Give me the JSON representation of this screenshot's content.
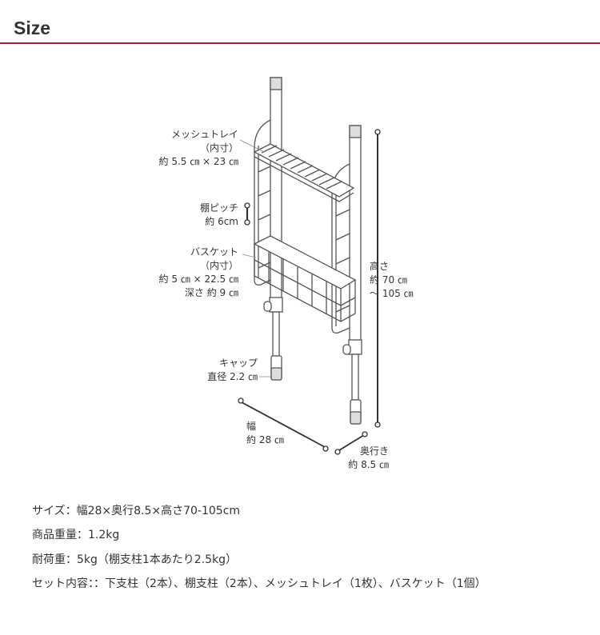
{
  "header": {
    "title": "Size"
  },
  "labels": {
    "mesh_tray": [
      "メッシュトレイ",
      "（内寸）",
      "約 5.5 ㎝ × 23 ㎝"
    ],
    "shelf_pitch": [
      "棚ピッチ",
      "約 6cm"
    ],
    "basket": [
      "バスケット",
      "（内寸）",
      "約 5 ㎝ × 22.5 ㎝",
      "深さ 約 9 ㎝"
    ],
    "height": [
      "高さ",
      "約 70 ㎝",
      "～ 105 ㎝"
    ],
    "cap": [
      "キャップ",
      "直径 2.2 ㎝"
    ],
    "width": [
      "幅",
      "約 28 ㎝"
    ],
    "depth": [
      "奥行き",
      "約 8.5 ㎝"
    ]
  },
  "specs": [
    "サイズ：幅28×奥行8.5×高さ70-105cm",
    "商品重量：1.2kg",
    "耐荷重：5kg（棚支柱1本あたり2.5kg）",
    "セット内容：：下支柱（2本）、棚支柱（2本）、メッシュトレイ（1枚）、バスケット（1個）"
  ],
  "colors": {
    "accent": "#9b2335",
    "line": "#555555"
  }
}
